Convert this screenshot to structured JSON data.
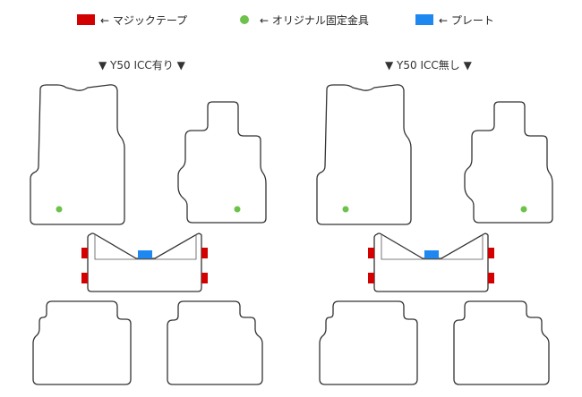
{
  "legend": {
    "magic_tape": "← マジックテープ",
    "fixing_hardware": "← オリジナル固定金具",
    "plate": "← プレート"
  },
  "panels": {
    "left_title": "▼ Y50 ICC有り ▼",
    "right_title": "▼ Y50 ICC無し ▼"
  },
  "colors": {
    "magic_tape": "#d20000",
    "fixing_hardware": "#6cc24a",
    "plate": "#1e88f0",
    "outline": "#333333"
  }
}
